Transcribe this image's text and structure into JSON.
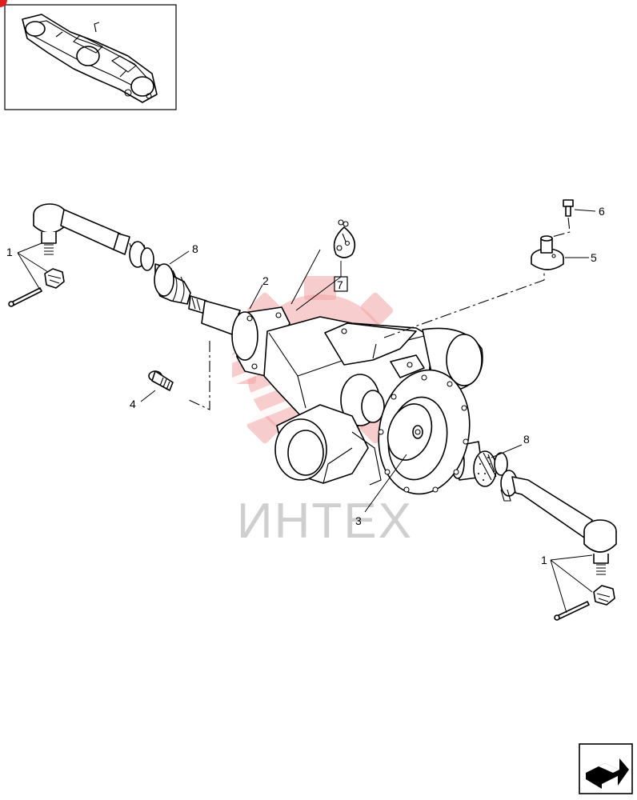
{
  "diagram": {
    "watermark": {
      "text": "ИНТЕХ",
      "color": "#f08080"
    },
    "callouts": {
      "c1_left": "1",
      "c1_right": "1",
      "c2": "2",
      "c3": "3",
      "c4": "4",
      "c5": "5",
      "c6": "6",
      "c7": "7",
      "c8_left": "8",
      "c8_right": "8"
    },
    "icons": {
      "thumbnail": "axle-assembly-thumbnail",
      "next_page": "next-page-arrow-icon"
    }
  }
}
